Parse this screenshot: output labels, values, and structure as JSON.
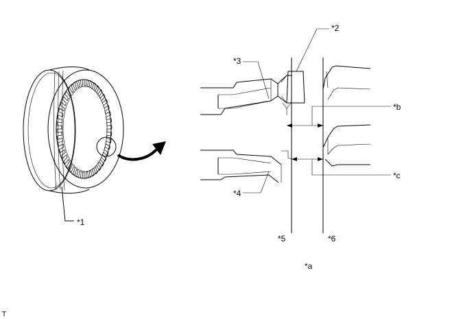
{
  "labels": {
    "callout_1": "*1",
    "callout_2": "*2",
    "callout_3": "*3",
    "callout_4": "*4",
    "callout_5": "*5",
    "callout_6": "*6",
    "callout_b": "*b",
    "callout_c": "*c",
    "caption": "*a",
    "corner_mark": "T"
  }
}
